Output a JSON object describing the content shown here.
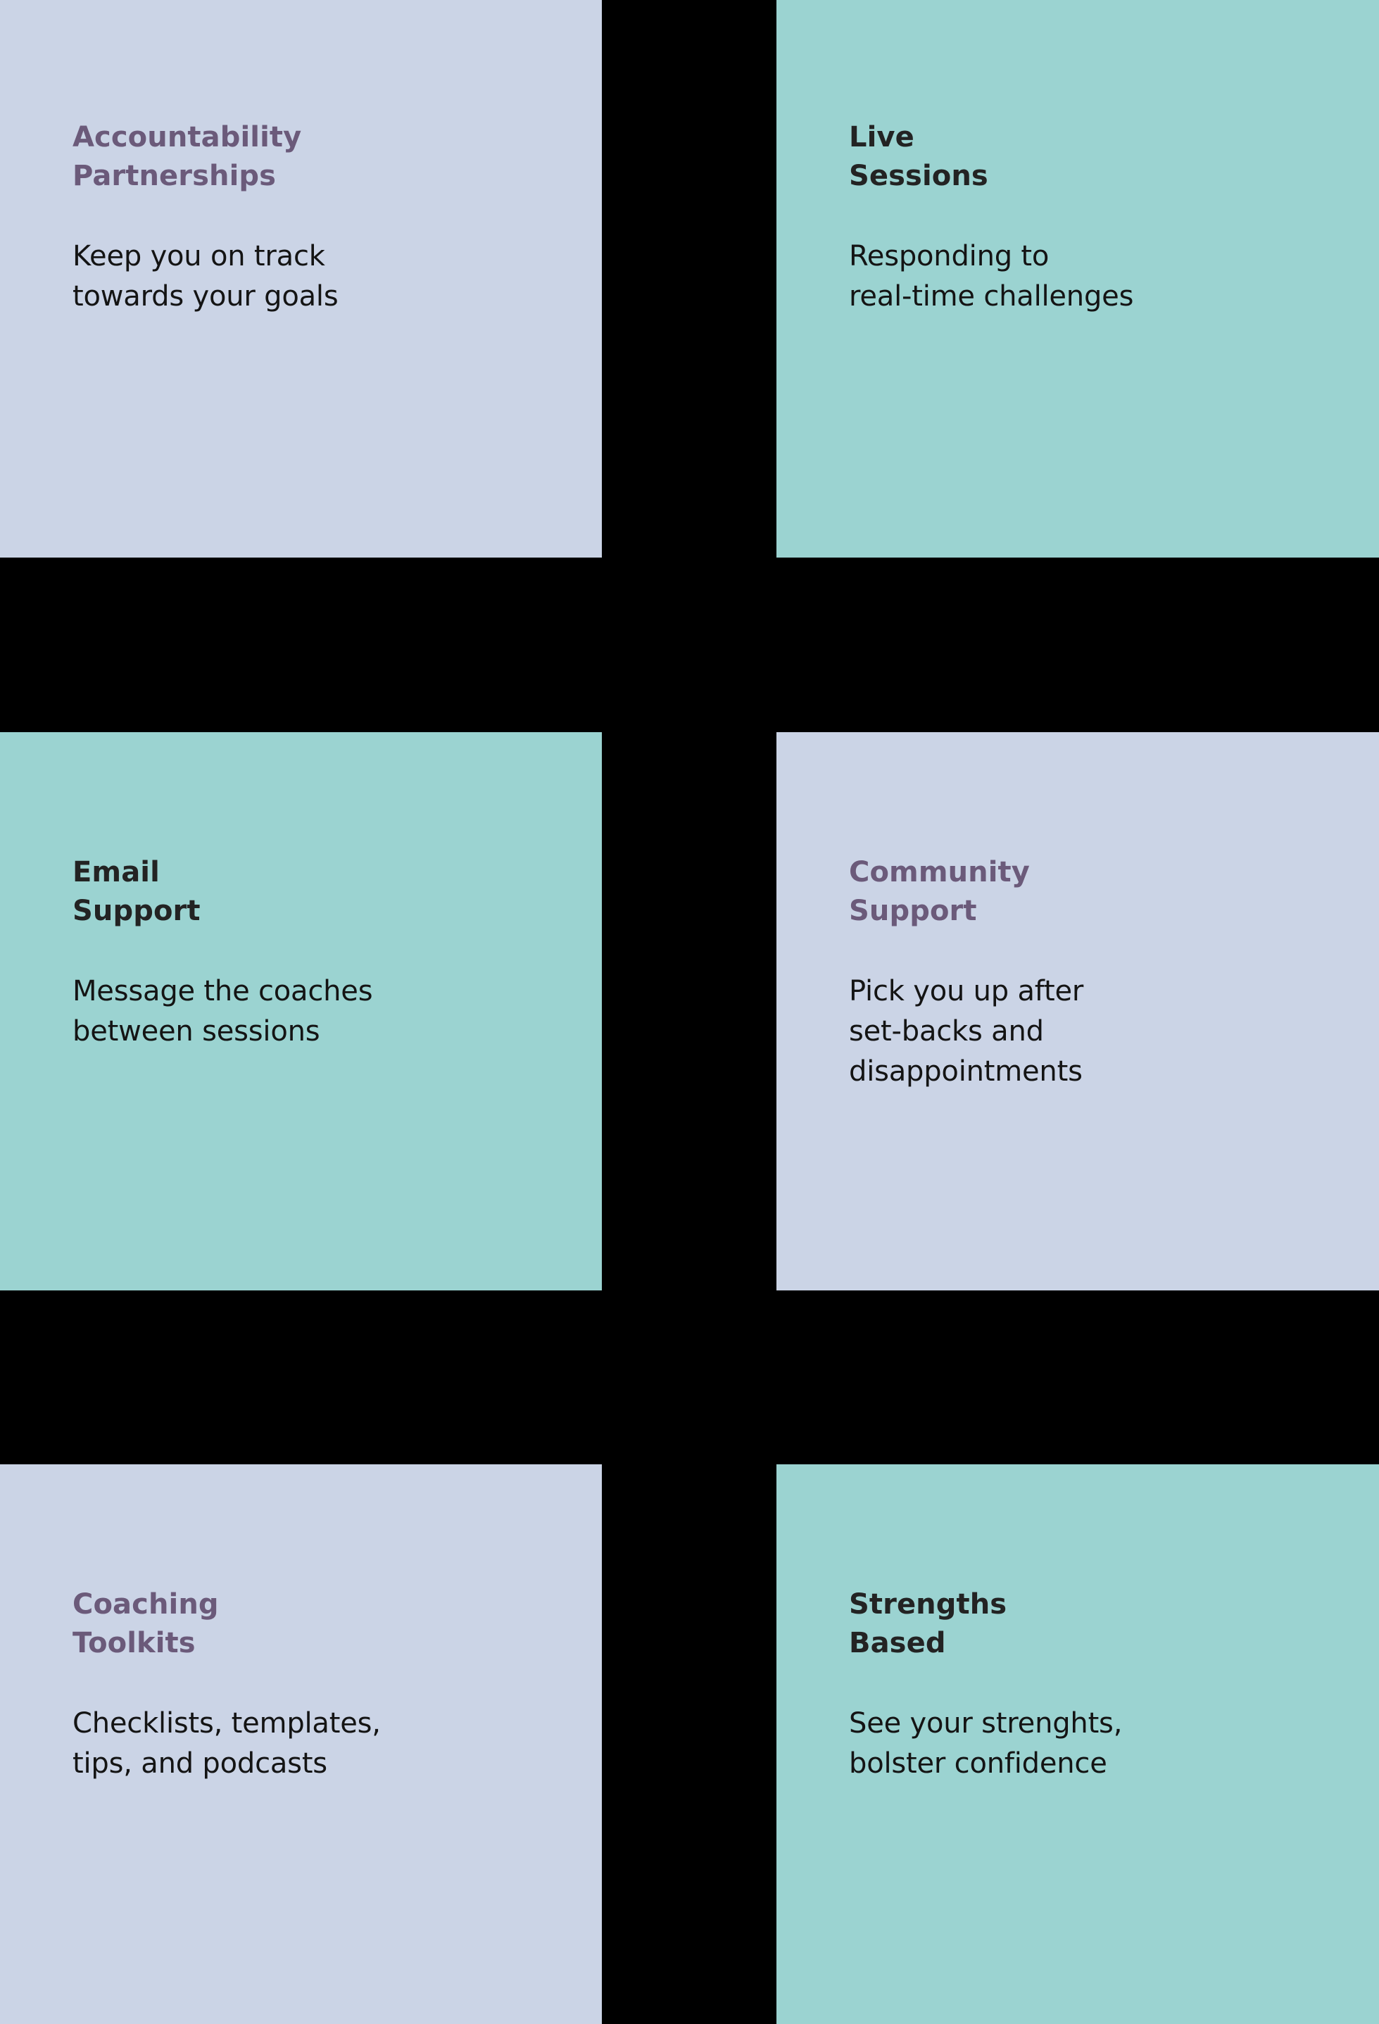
{
  "page": {
    "background_color": "#000000",
    "layout": "2-column x 3-row feature card grid"
  },
  "theme_colors": {
    "periwinkle": "#cbd4e6",
    "teal": "#9bd3d1",
    "purple_heading": "#6b5a7a",
    "dark_heading": "#232323",
    "body_text": "#141414"
  },
  "cards": [
    {
      "id": "accountability-partnerships",
      "title": "Accountability\nPartnerships",
      "body": "Keep you on track\ntowards your goals",
      "theme": "periwinkle",
      "row": 1,
      "column": "left"
    },
    {
      "id": "live-sessions",
      "title": "Live\nSessions",
      "body": "Responding to\nreal-time challenges",
      "theme": "teal",
      "row": 1,
      "column": "right"
    },
    {
      "id": "email-support",
      "title": "Email\nSupport",
      "body": "Message the coaches\nbetween sessions",
      "theme": "teal",
      "row": 2,
      "column": "left"
    },
    {
      "id": "community-support",
      "title": "Community\nSupport",
      "body": "Pick you up after\nset-backs and\ndisappointments",
      "theme": "periwinkle",
      "row": 2,
      "column": "right"
    },
    {
      "id": "coaching-toolkits",
      "title": "Coaching\nToolkits",
      "body": "Checklists, templates,\ntips, and podcasts",
      "theme": "periwinkle",
      "row": 3,
      "column": "left"
    },
    {
      "id": "strengths-based",
      "title": "Strengths\nBased",
      "body": "See your strenghts,\nbolster confidence",
      "theme": "teal",
      "row": 3,
      "column": "right"
    }
  ]
}
